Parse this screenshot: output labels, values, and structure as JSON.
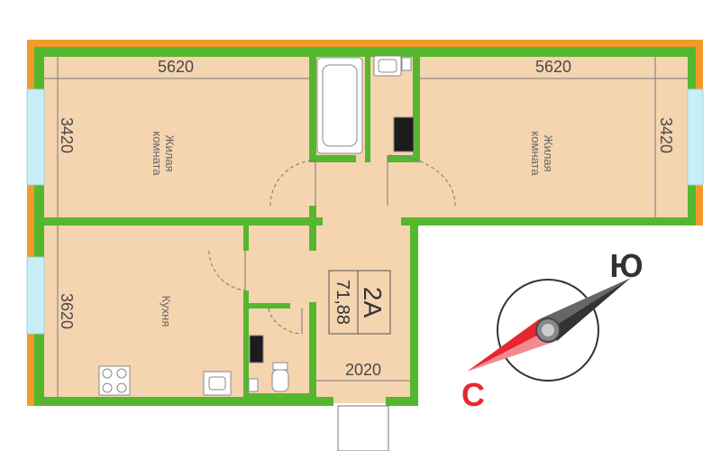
{
  "apartment": {
    "type": "2А",
    "area": "71,88"
  },
  "rooms": {
    "left_living": {
      "label_line1": "Жилая",
      "label_line2": "комната",
      "width_dim": "5620",
      "height_dim": "3420"
    },
    "right_living": {
      "label_line1": "Жилая",
      "label_line2": "комната",
      "width_dim": "5620",
      "height_dim": "3420"
    },
    "kitchen": {
      "label": "Кухня",
      "height_dim": "3620"
    },
    "hall": {
      "width_dim": "2020"
    }
  },
  "compass": {
    "north_label": "С",
    "south_label": "Ю",
    "north_color": "#e8262f",
    "south_color": "#333333"
  },
  "colors": {
    "wall": "#55b72e",
    "floor": "#f5d4b0",
    "window": "#c9eef5",
    "outer_trim": "#f39a2a"
  }
}
